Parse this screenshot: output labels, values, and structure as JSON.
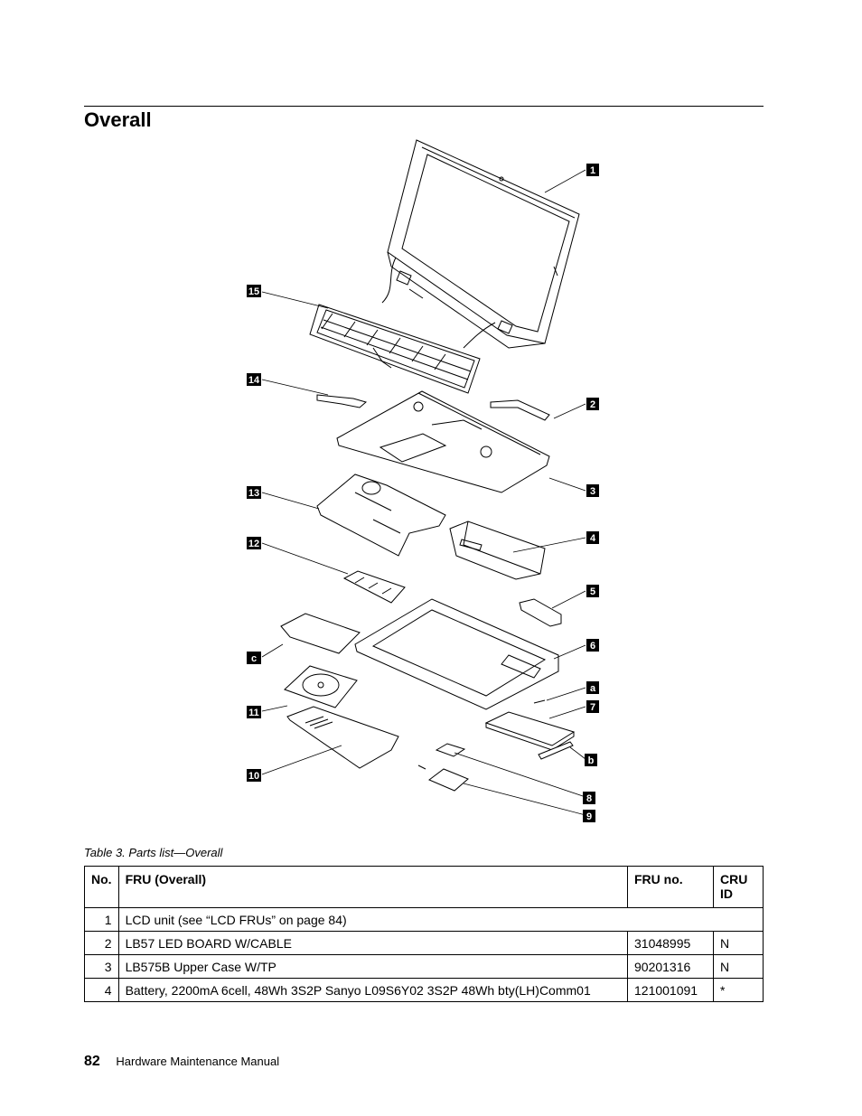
{
  "section_title": "Overall",
  "figure": {
    "callouts": [
      "1",
      "2",
      "3",
      "4",
      "5",
      "6",
      "7",
      "8",
      "9",
      "10",
      "11",
      "12",
      "13",
      "14",
      "15",
      "a",
      "b",
      "c"
    ]
  },
  "table": {
    "caption": "Table 3.  Parts list—Overall",
    "headers": {
      "no": "No.",
      "fru": "FRU (Overall)",
      "fru_no": "FRU no.",
      "cru_id": "CRU ID"
    },
    "rows": [
      {
        "no": "1",
        "fru": "LCD unit (see “LCD FRUs” on page 84)",
        "fru_no": "",
        "cru_id": ""
      },
      {
        "no": "2",
        "fru": "LB57 LED BOARD W/CABLE",
        "fru_no": "31048995",
        "cru_id": "N"
      },
      {
        "no": "3",
        "fru": "LB575B Upper Case W/TP",
        "fru_no": "90201316",
        "cru_id": "N"
      },
      {
        "no": "4",
        "fru": "Battery, 2200mA 6cell, 48Wh 3S2P Sanyo L09S6Y02 3S2P 48Wh bty(LH)Comm01",
        "fru_no": "121001091",
        "cru_id": "*"
      }
    ]
  },
  "footer": {
    "page_number": "82",
    "manual_title": "Hardware Maintenance Manual"
  }
}
